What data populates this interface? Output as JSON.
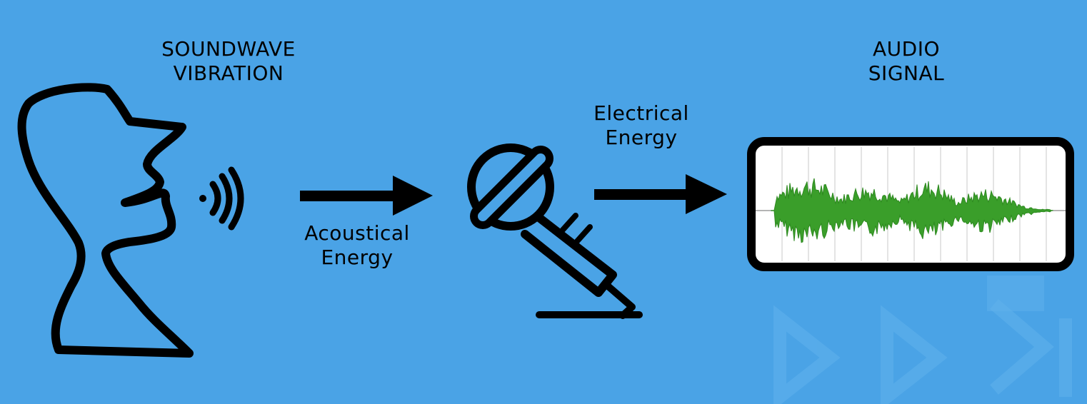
{
  "labels": {
    "soundwave": [
      "SOUNDWAVE",
      "VIBRATION"
    ],
    "acoustical": [
      "Acoustical",
      "Energy"
    ],
    "electrical": [
      "Electrical",
      "Energy"
    ],
    "audio": [
      "AUDIO",
      "SIGNAL"
    ]
  },
  "icons": [
    "head-speaking-icon",
    "sound-waves-icon",
    "microphone-icon",
    "audio-monitor-icon",
    "arrow-right-icon"
  ],
  "colors": {
    "background": "#4aa3e6",
    "outline": "#000000",
    "waveform": "#3a9e2a",
    "screen": "#ffffff"
  }
}
